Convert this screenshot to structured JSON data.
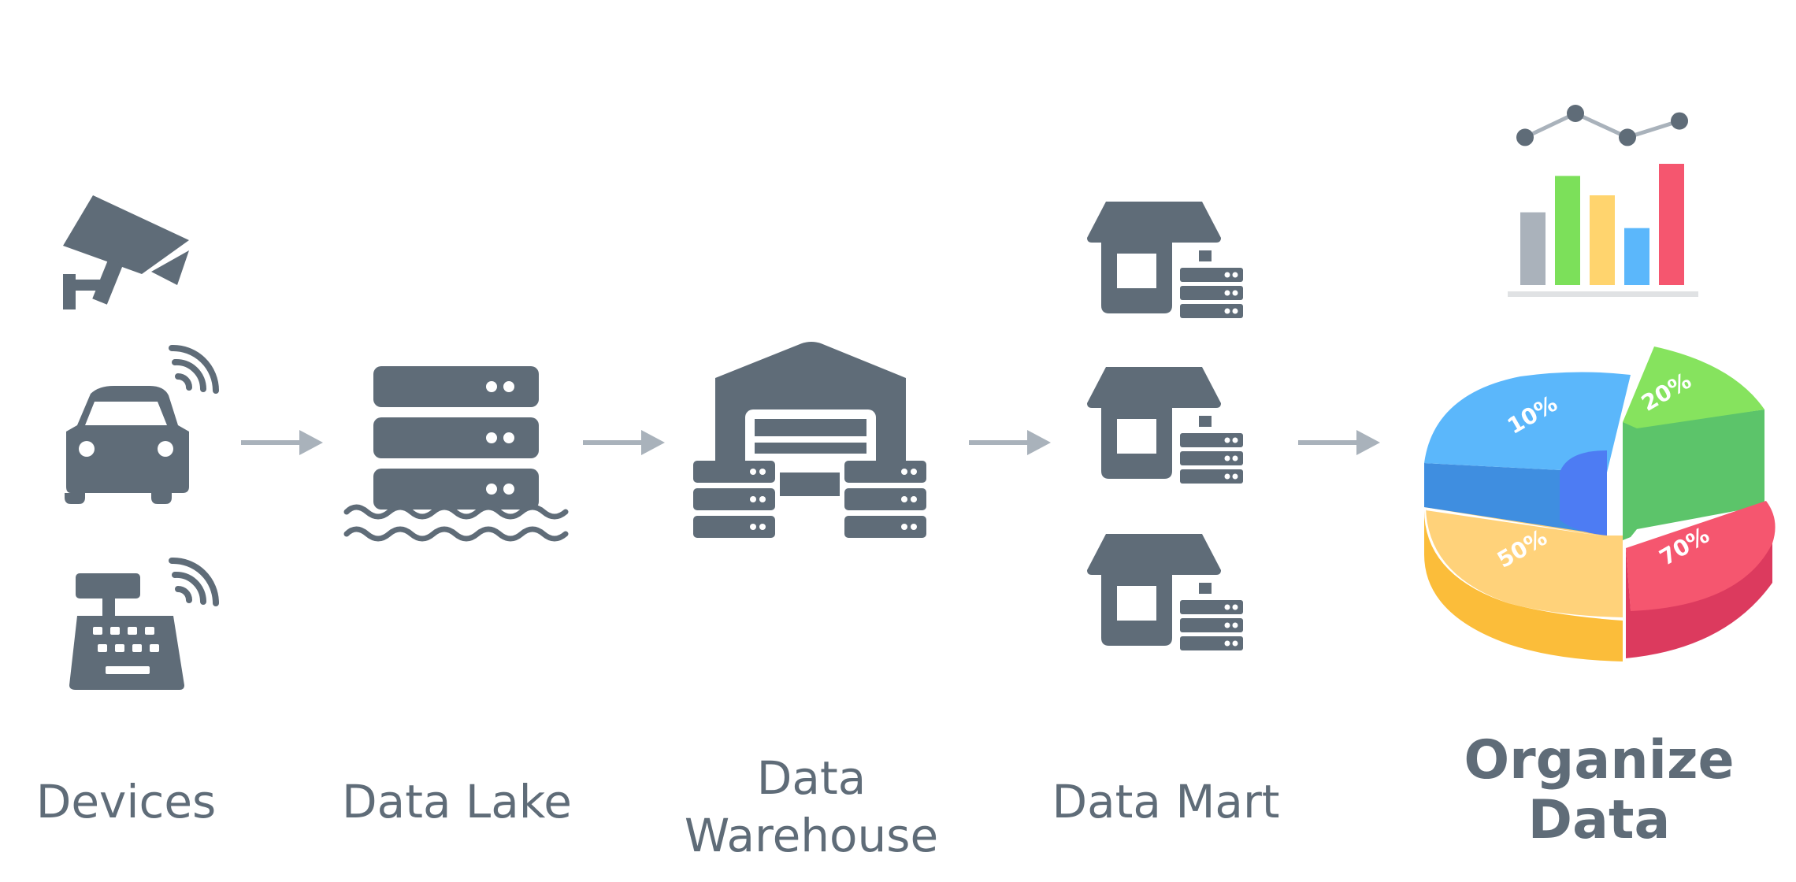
{
  "stages": [
    {
      "id": "devices",
      "label": "Devices"
    },
    {
      "id": "data-lake",
      "label": "Data Lake"
    },
    {
      "id": "data-warehouse",
      "label": "Data\nWarehouse"
    },
    {
      "id": "data-mart",
      "label": "Data Mart"
    },
    {
      "id": "organize-data",
      "label": "Organize\nData"
    }
  ],
  "device_icons": [
    "security-camera-icon",
    "connected-car-icon",
    "cash-register-icon"
  ],
  "stage_icons": {
    "data_lake": "server-stack-on-water-icon",
    "data_warehouse": "warehouse-with-servers-icon",
    "data_mart": [
      "store-with-server-icon",
      "store-with-server-icon",
      "store-with-server-icon"
    ],
    "organize_data": [
      "bar-line-chart-icon",
      "pie-chart-icon"
    ]
  },
  "mini_bar_chart": {
    "type": "bar",
    "values": [
      0.6,
      0.9,
      0.74,
      0.47,
      1.0
    ],
    "line_values": [
      0.62,
      1.0,
      0.62,
      0.88
    ],
    "colors": [
      "#aab2bb",
      "#7ce05a",
      "#ffd46e",
      "#5bb7fb",
      "#f5566f"
    ]
  },
  "pie_chart": {
    "type": "pie",
    "slices": [
      {
        "label": "10%",
        "color": "#5bb7fb",
        "side": "#3f8ee0"
      },
      {
        "label": "20%",
        "color": "#86e35e",
        "side": "#5cc46a"
      },
      {
        "label": "50%",
        "color": "#ffd27a",
        "side": "#fbbd3a"
      },
      {
        "label": "70%",
        "color": "#f5566f",
        "side": "#dc3a5e"
      }
    ]
  },
  "colors": {
    "icon": "#5f6c78",
    "arrow": "#a9b2bb",
    "text": "#5f6c78"
  }
}
